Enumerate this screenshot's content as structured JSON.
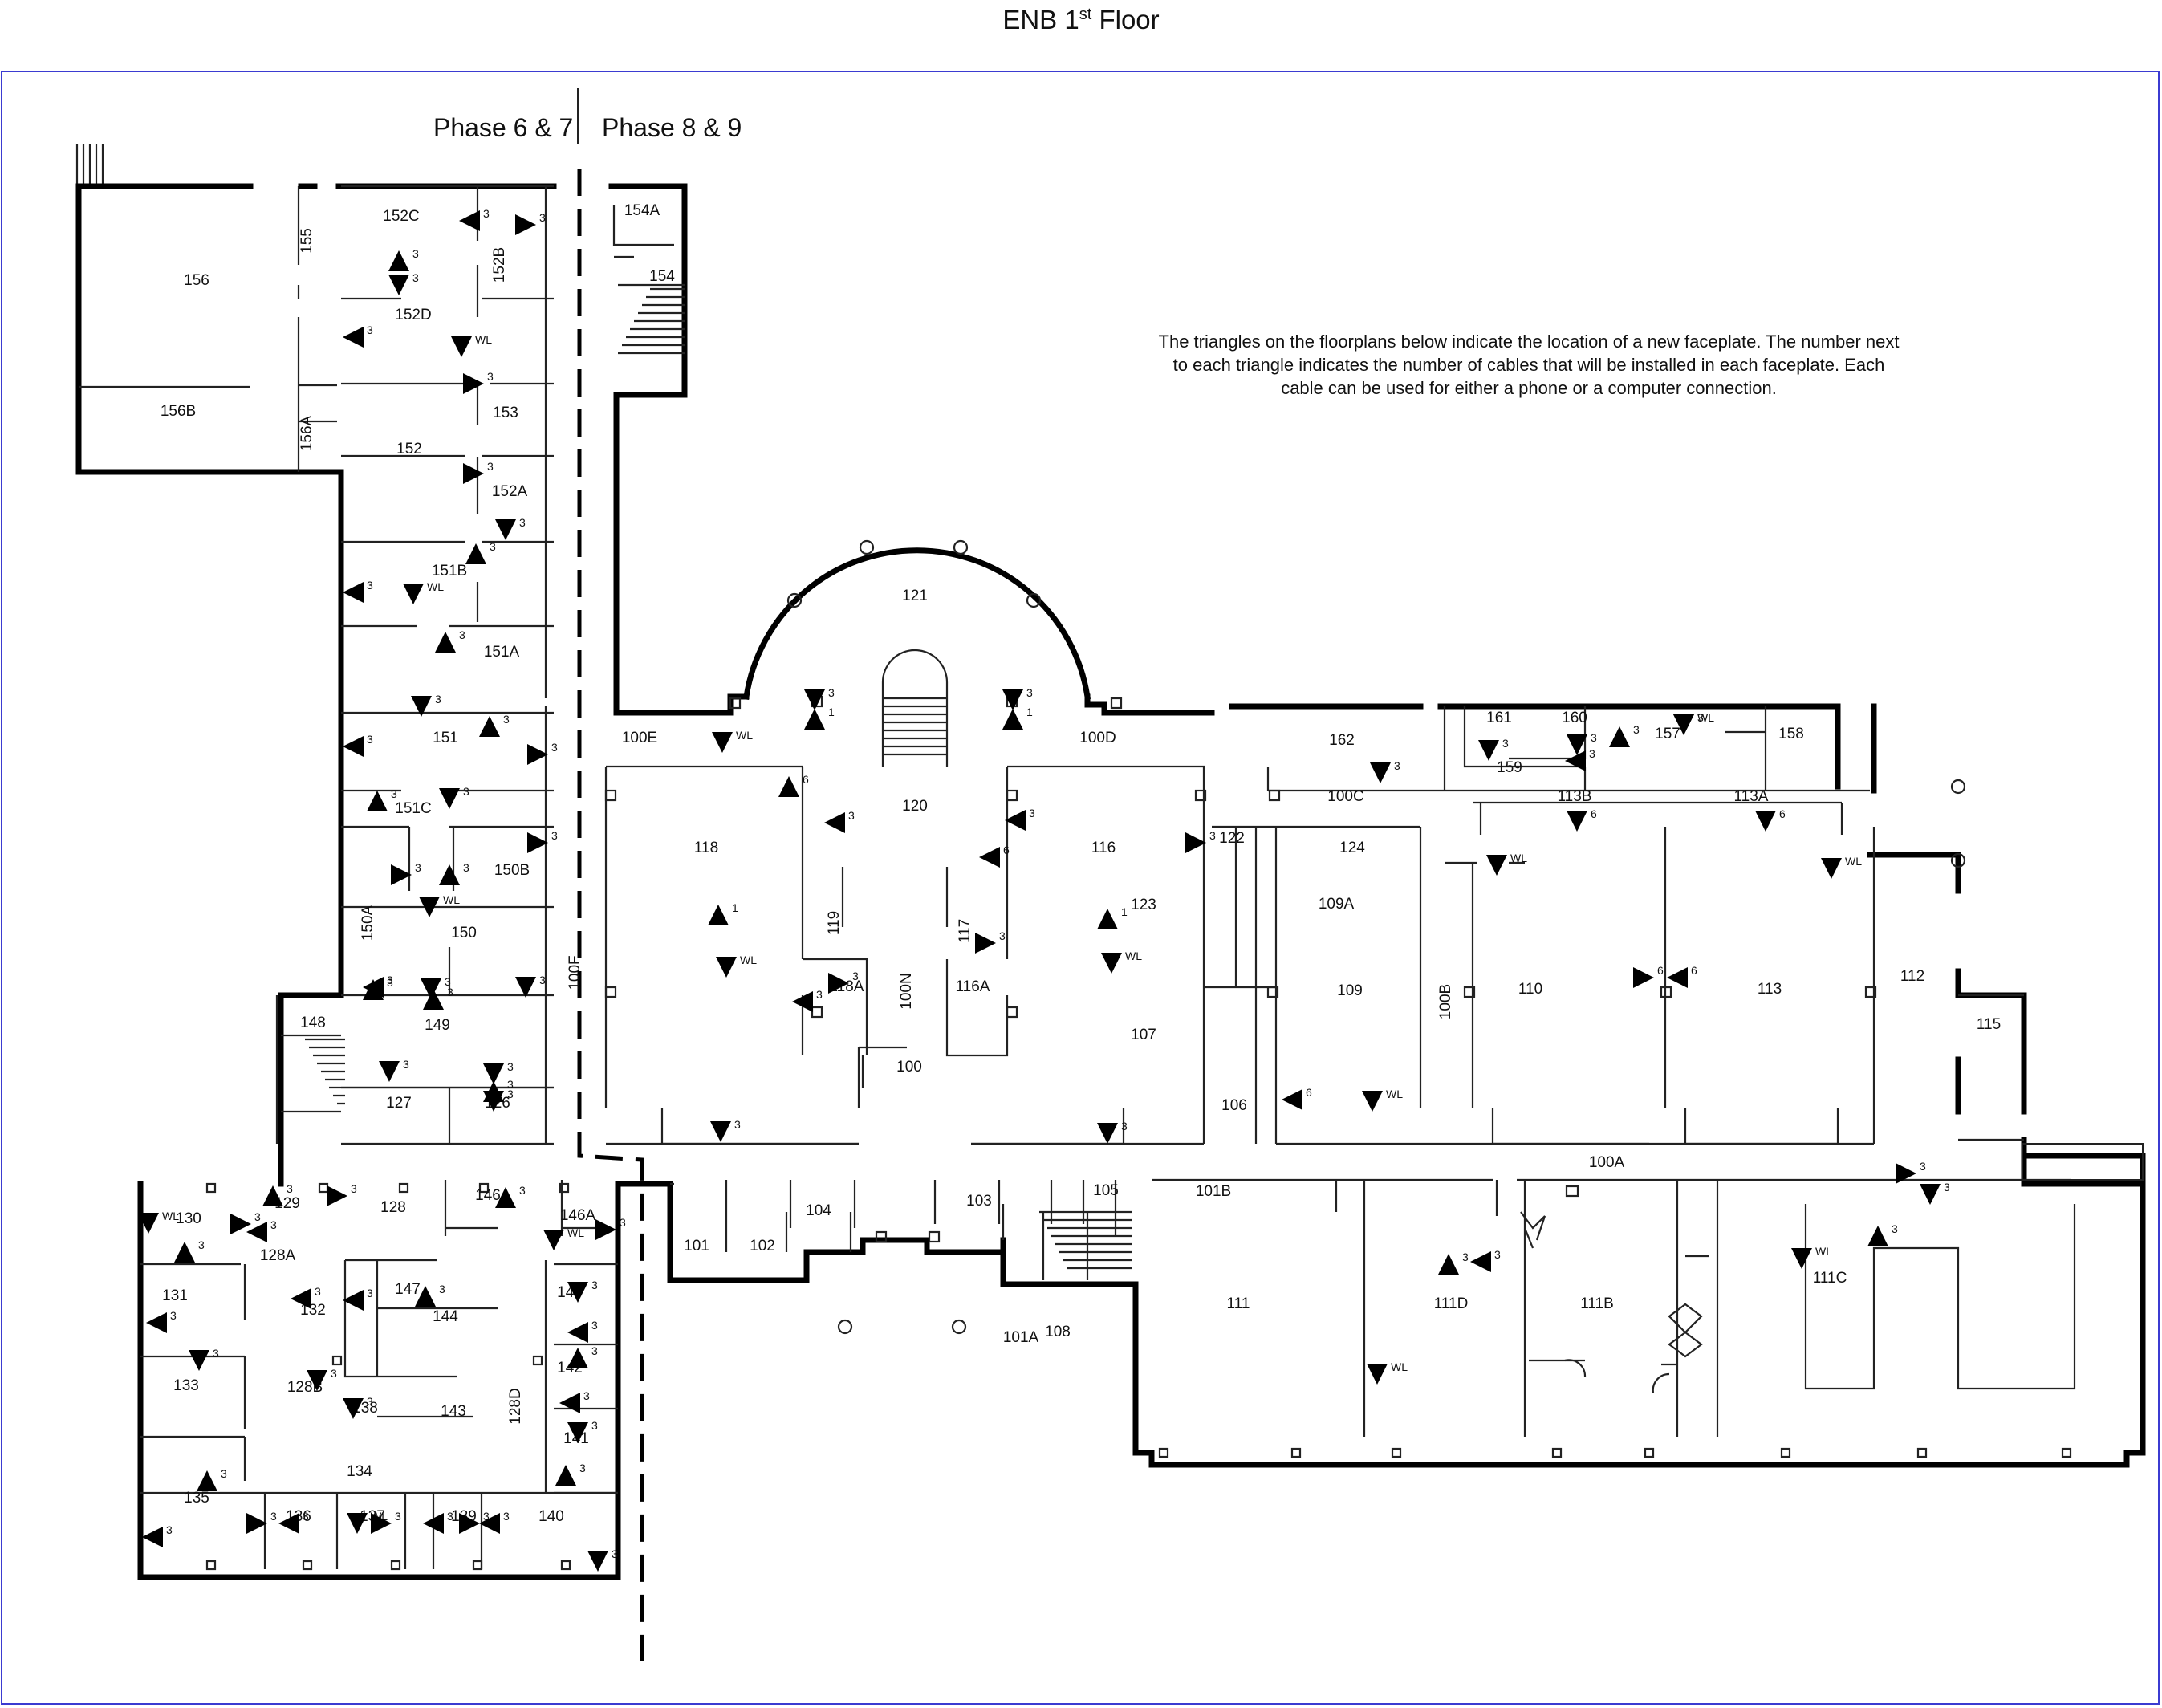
{
  "title": {
    "main": "ENB 1",
    "sup": "st",
    "rest": " Floor"
  },
  "phases": {
    "left": "Phase 6 & 7",
    "right": "Phase 8 & 9"
  },
  "note_lines": [
    "The triangles on the floorplans below indicate the location of a new faceplate.  The number next",
    "to each triangle indicates the number of cables that will be installed in each faceplate.  Each",
    "cable can be used for either a phone or a computer connection."
  ],
  "colors": {
    "border": "#3b3bd1",
    "walls": "#000000"
  },
  "rooms": [
    "156",
    "156B",
    "155",
    "156A",
    "152C",
    "152B",
    "152D",
    "153",
    "152",
    "152A",
    "151B",
    "151A",
    "151",
    "151C",
    "150B",
    "150A",
    "150",
    "149",
    "148",
    "127",
    "126",
    "154A",
    "154",
    "121",
    "100E",
    "100D",
    "120",
    "118",
    "119",
    "118A",
    "100N",
    "117",
    "116A",
    "116",
    "123",
    "107",
    "100",
    "100F",
    "122",
    "124",
    "109A",
    "109",
    "106",
    "162",
    "161",
    "160",
    "157",
    "158",
    "159",
    "100C",
    "113B",
    "113A",
    "110",
    "113",
    "100B",
    "112",
    "115",
    "100A",
    "130",
    "129",
    "128",
    "146",
    "146A",
    "128A",
    "131",
    "132",
    "147",
    "144",
    "145",
    "142",
    "133",
    "128B",
    "143",
    "128D",
    "141",
    "138",
    "134",
    "135",
    "136",
    "137",
    "139",
    "140",
    "101B",
    "101A",
    "101",
    "102",
    "104",
    "103",
    "105",
    "108",
    "111",
    "111D",
    "111B",
    "111C"
  ],
  "faceplates": [
    {
      "dir": "left",
      "label": "3"
    },
    {
      "dir": "up",
      "label": "3"
    },
    {
      "dir": "down",
      "label": "3"
    },
    {
      "dir": "right",
      "label": "3"
    },
    {
      "dir": "down",
      "label": "WL"
    },
    {
      "dir": "left",
      "label": "3"
    },
    {
      "dir": "right",
      "label": "3"
    },
    {
      "dir": "right",
      "label": "3"
    },
    {
      "dir": "down",
      "label": "3"
    },
    {
      "dir": "up",
      "label": "3"
    },
    {
      "dir": "down",
      "label": "WL"
    },
    {
      "dir": "left",
      "label": "3"
    },
    {
      "dir": "up",
      "label": "3"
    },
    {
      "dir": "down",
      "label": "3"
    },
    {
      "dir": "up",
      "label": "3"
    },
    {
      "dir": "right",
      "label": "3"
    },
    {
      "dir": "left",
      "label": "3"
    },
    {
      "dir": "down",
      "label": "3"
    },
    {
      "dir": "up",
      "label": "3"
    },
    {
      "dir": "up",
      "label": "3"
    },
    {
      "dir": "right",
      "label": "3"
    },
    {
      "dir": "right",
      "label": "3"
    },
    {
      "dir": "down",
      "label": "WL"
    },
    {
      "dir": "up",
      "label": "3"
    },
    {
      "dir": "left",
      "label": "3"
    },
    {
      "dir": "down",
      "label": "3"
    },
    {
      "dir": "down",
      "label": "3"
    },
    {
      "dir": "up",
      "label": "3"
    },
    {
      "dir": "down",
      "label": "3"
    },
    {
      "dir": "down",
      "label": "3"
    },
    {
      "dir": "down",
      "label": "3"
    },
    {
      "dir": "up",
      "label": "3"
    },
    {
      "dir": "down",
      "label": "WL"
    },
    {
      "dir": "down",
      "label": "3"
    },
    {
      "dir": "up",
      "label": "1"
    },
    {
      "dir": "down",
      "label": "3"
    },
    {
      "dir": "up",
      "label": "1"
    },
    {
      "dir": "up",
      "label": "6"
    },
    {
      "dir": "left",
      "label": "3"
    },
    {
      "dir": "up",
      "label": "1"
    },
    {
      "dir": "down",
      "label": "WL"
    },
    {
      "dir": "down",
      "label": "3"
    },
    {
      "dir": "left",
      "label": "6"
    },
    {
      "dir": "left",
      "label": "3"
    },
    {
      "dir": "up",
      "label": "1"
    },
    {
      "dir": "down",
      "label": "WL"
    },
    {
      "dir": "down",
      "label": "3"
    },
    {
      "dir": "down",
      "label": "3"
    },
    {
      "dir": "down",
      "label": "3"
    },
    {
      "dir": "down",
      "label": "3"
    },
    {
      "dir": "down",
      "label": "3"
    },
    {
      "dir": "left",
      "label": "3"
    },
    {
      "dir": "up",
      "label": "3"
    },
    {
      "dir": "down",
      "label": "WL"
    },
    {
      "dir": "down",
      "label": "6"
    },
    {
      "dir": "down",
      "label": "6"
    },
    {
      "dir": "down",
      "label": "WL"
    },
    {
      "dir": "down",
      "label": "WL"
    },
    {
      "dir": "right",
      "label": "3"
    },
    {
      "dir": "left",
      "label": "6"
    },
    {
      "dir": "right",
      "label": "3"
    },
    {
      "dir": "right",
      "label": "3"
    },
    {
      "dir": "left",
      "label": "3"
    },
    {
      "dir": "right",
      "label": "6"
    },
    {
      "dir": "left",
      "label": "6"
    },
    {
      "dir": "down",
      "label": "WL"
    },
    {
      "dir": "down",
      "label": "WL"
    },
    {
      "dir": "up",
      "label": "3"
    },
    {
      "dir": "down",
      "label": "3"
    },
    {
      "dir": "up",
      "label": "3"
    },
    {
      "dir": "down",
      "label": "WL"
    },
    {
      "dir": "left",
      "label": "3"
    },
    {
      "dir": "right",
      "label": "3"
    },
    {
      "dir": "down",
      "label": "WL"
    },
    {
      "dir": "right",
      "label": "3"
    },
    {
      "dir": "up",
      "label": "3"
    },
    {
      "dir": "up",
      "label": "3"
    },
    {
      "dir": "right",
      "label": "3"
    },
    {
      "dir": "left",
      "label": "3"
    },
    {
      "dir": "up",
      "label": "3"
    },
    {
      "dir": "down",
      "label": "WL"
    },
    {
      "dir": "right",
      "label": "3"
    },
    {
      "dir": "left",
      "label": "3"
    },
    {
      "dir": "left",
      "label": "3"
    },
    {
      "dir": "left",
      "label": "3"
    },
    {
      "dir": "down",
      "label": "3"
    },
    {
      "dir": "down",
      "label": "3"
    },
    {
      "dir": "down",
      "label": "3"
    },
    {
      "dir": "up",
      "label": "3"
    },
    {
      "dir": "up",
      "label": "3"
    },
    {
      "dir": "down",
      "label": "3"
    },
    {
      "dir": "left",
      "label": "3"
    },
    {
      "dir": "up",
      "label": "3"
    },
    {
      "dir": "left",
      "label": "3"
    },
    {
      "dir": "down",
      "label": "3"
    },
    {
      "dir": "up",
      "label": "3"
    },
    {
      "dir": "right",
      "label": "3"
    },
    {
      "dir": "left",
      "label": "3"
    },
    {
      "dir": "down",
      "label": "WL"
    },
    {
      "dir": "right",
      "label": "3"
    },
    {
      "dir": "left",
      "label": "3"
    },
    {
      "dir": "right",
      "label": "3"
    },
    {
      "dir": "left",
      "label": "3"
    },
    {
      "dir": "down",
      "label": "3"
    },
    {
      "dir": "left",
      "label": "3"
    }
  ]
}
